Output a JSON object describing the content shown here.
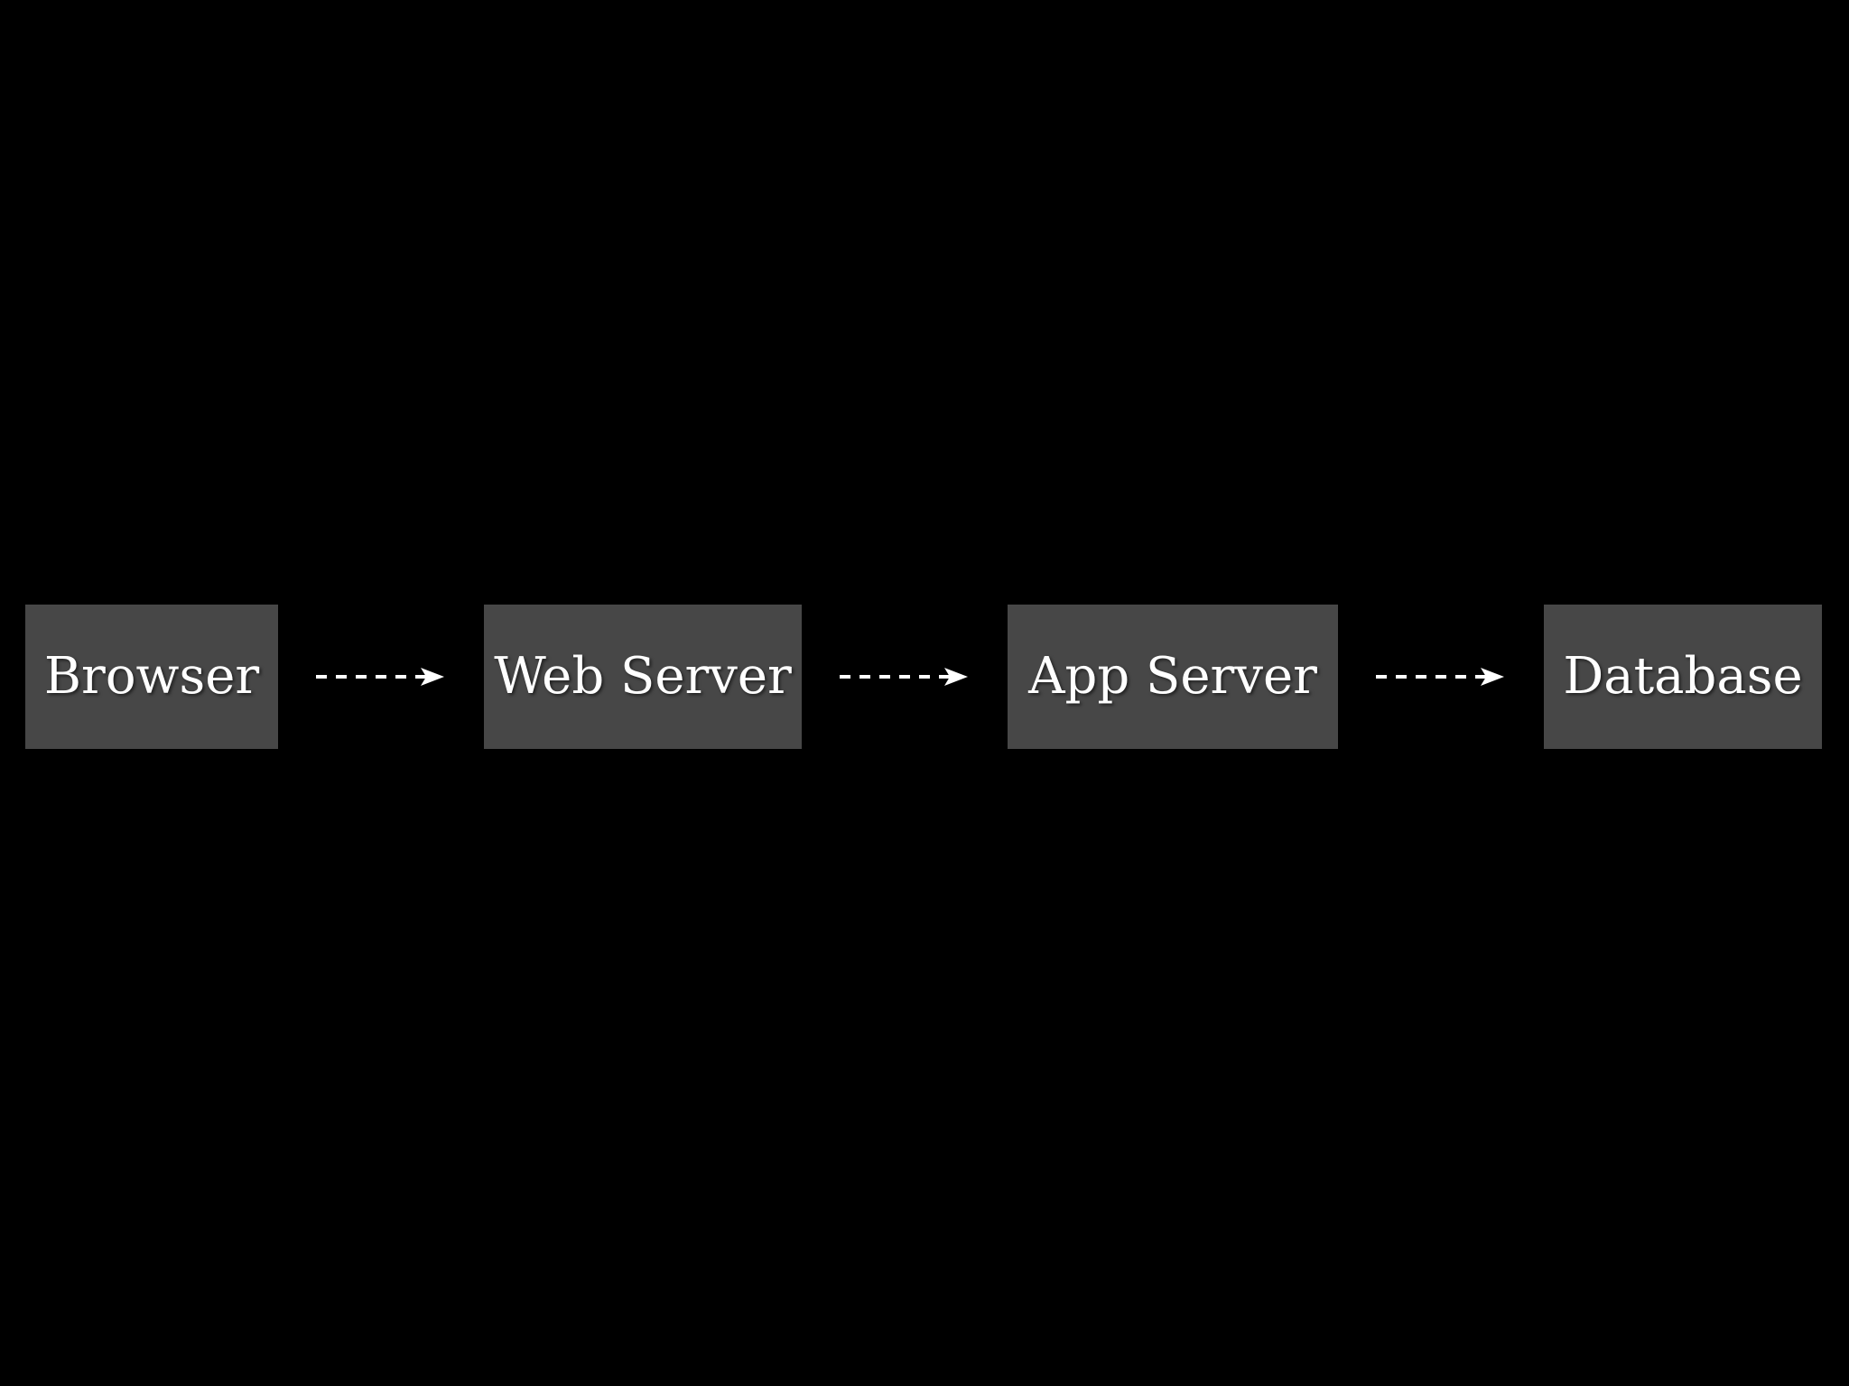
{
  "diagram": {
    "type": "flow",
    "nodes": [
      {
        "id": "browser",
        "label": "Browser"
      },
      {
        "id": "web_server",
        "label": "Web Server"
      },
      {
        "id": "app_server",
        "label": "App Server"
      },
      {
        "id": "database",
        "label": "Database"
      }
    ],
    "edges": [
      {
        "from": "browser",
        "to": "web_server",
        "style": "dashed-arrow"
      },
      {
        "from": "web_server",
        "to": "app_server",
        "style": "dashed-arrow"
      },
      {
        "from": "app_server",
        "to": "database",
        "style": "dashed-arrow"
      }
    ]
  },
  "colors": {
    "background": "#000000",
    "node_fill": "#474747",
    "text": "#ffffff",
    "arrow": "#ffffff"
  }
}
